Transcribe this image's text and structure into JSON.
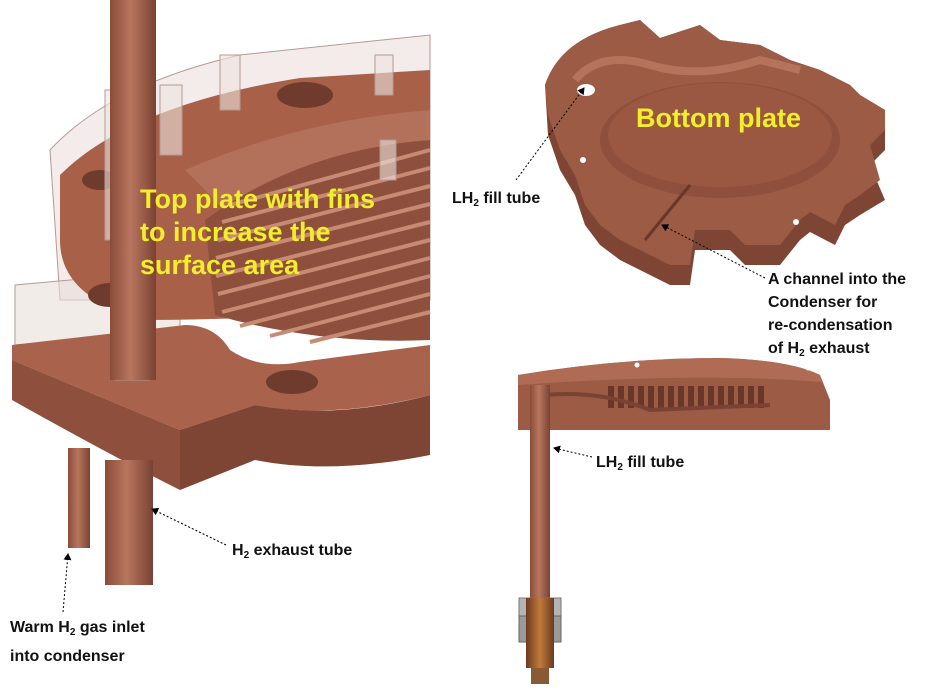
{
  "labels": {
    "top_plate": [
      "Top plate with fins",
      "to increase the",
      "surface area"
    ],
    "bottom_plate": "Bottom plate",
    "lh2_fill_top": {
      "pre": "LH",
      "sub": "2",
      "post": " fill tube"
    },
    "channel": [
      "A channel into the",
      "Condenser for",
      "re-condensation"
    ],
    "channel_last": {
      "pre": "of H",
      "sub": "2",
      "post": " exhaust"
    },
    "lh2_fill_bottom": {
      "pre": "LH",
      "sub": "2",
      "post": " fill tube"
    },
    "h2_exhaust": {
      "pre": "H",
      "sub": "2",
      "post": " exhaust tube"
    },
    "warm_inlet": {
      "pre": "Warm H",
      "sub": "2",
      "post": " gas inlet"
    },
    "warm_inlet_line2": "into condenser"
  },
  "colors": {
    "copper": "#9c5b45",
    "copper_dark": "#7e4534",
    "copper_light": "#b56f58",
    "highlight_text": "#f2ee2a",
    "label_text": "#111111"
  }
}
